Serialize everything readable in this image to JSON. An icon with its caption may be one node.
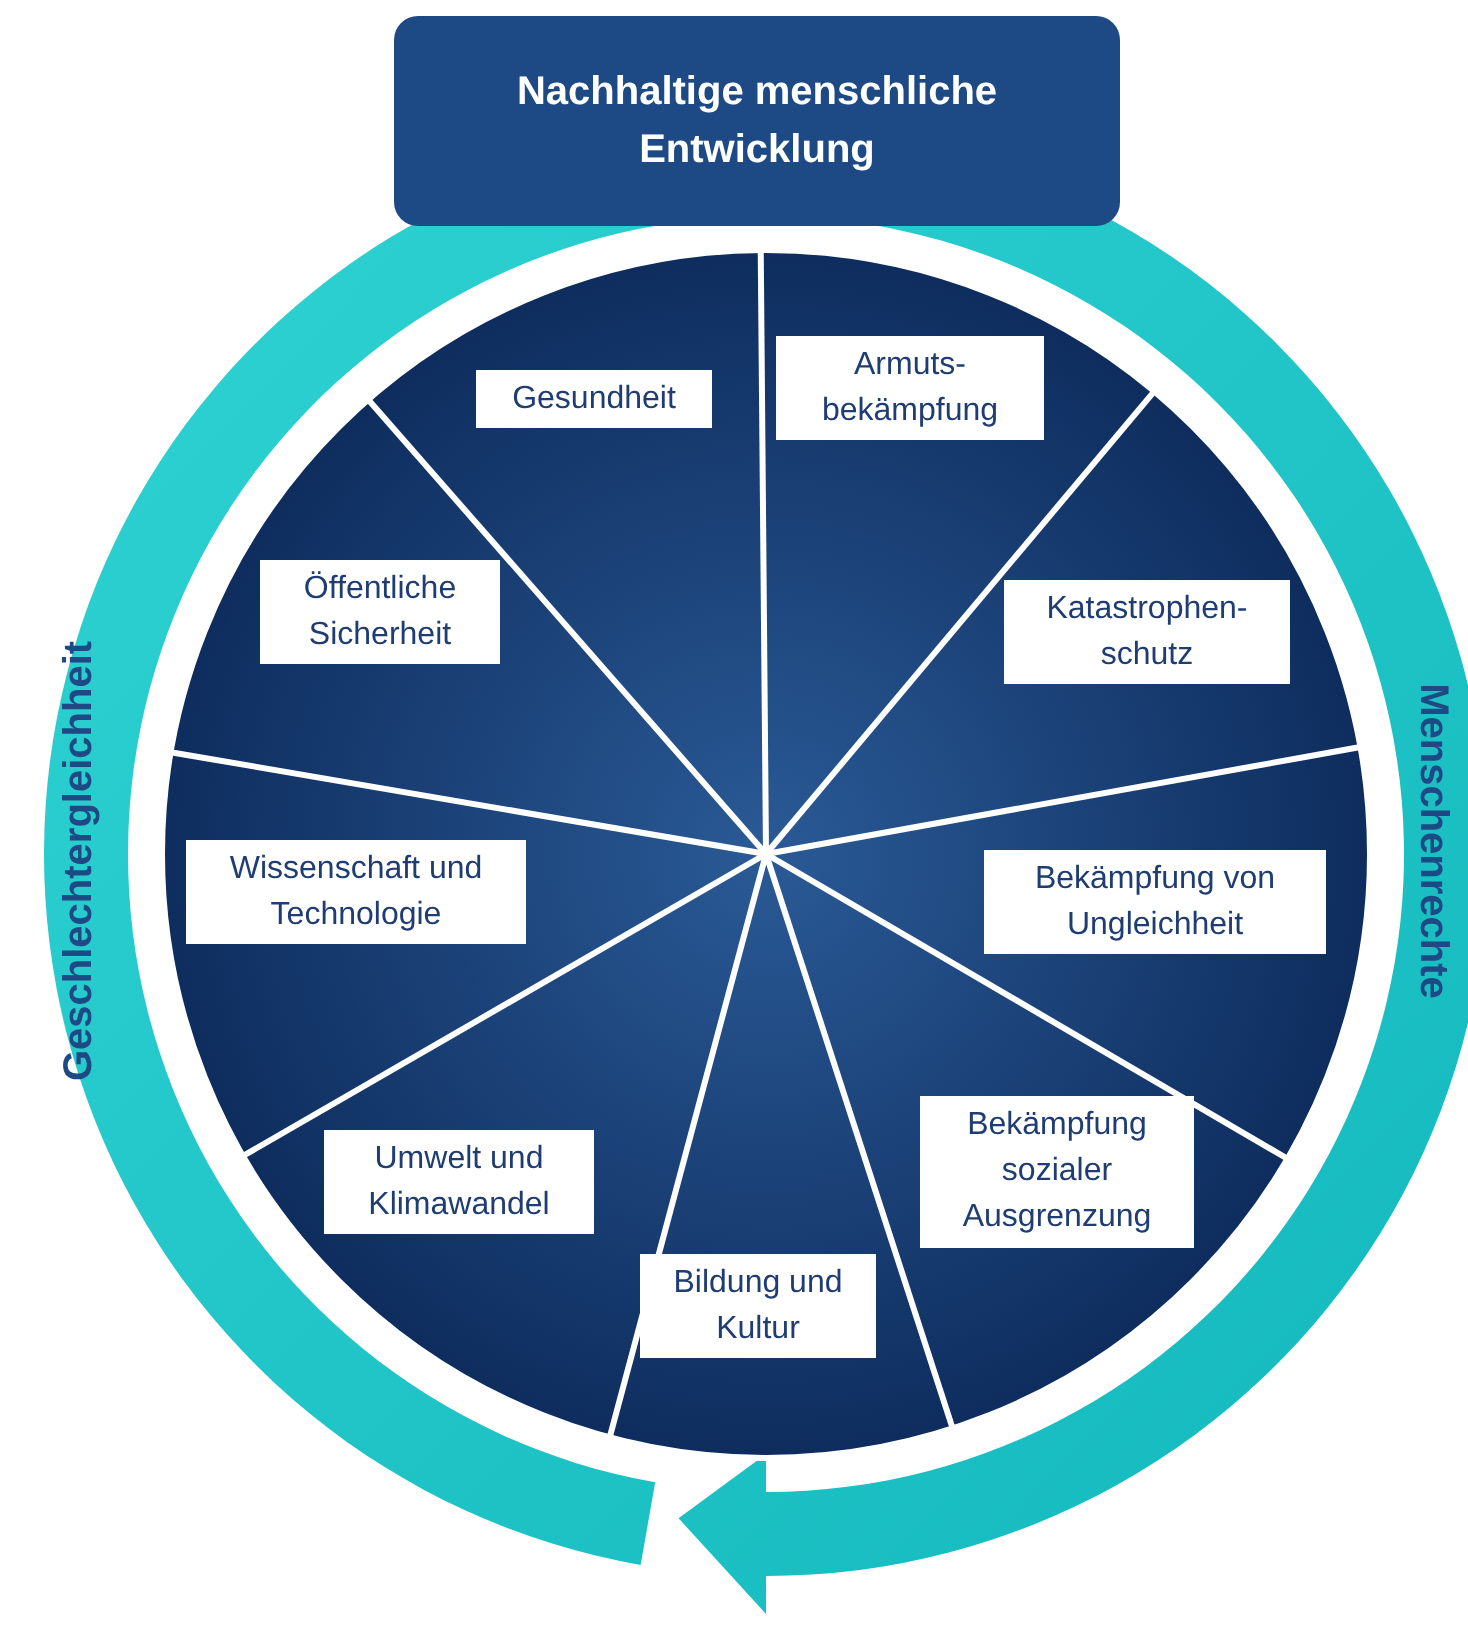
{
  "diagram": {
    "nodes": [
      {
        "text": [
          "Nachhaltige menschliche Entwicklung"
        ]
      },
      {
        "text": [
          "Gesundheit"
        ]
      },
      {
        "text": [
          "Armuts-bekämpfung"
        ]
      },
      {
        "text": [
          "Katastrophen-schutz"
        ]
      },
      {
        "text": [
          "Bekämpfung von Ungleichheit"
        ]
      },
      {
        "text": [
          "Bekämpfung sozialer Ausgrenzung"
        ]
      },
      {
        "text": [
          "Bildung und Kultur"
        ]
      },
      {
        "text": [
          "Umwelt und Klimawandel"
        ]
      },
      {
        "text": [
          "Wissenschaft und Technologie"
        ]
      },
      {
        "text": [
          "Öffentliche Sicherheit"
        ]
      }
    ],
    "labels": [
      "Geschlechtergleichheit",
      "Menschenrechte"
    ]
  }
}
